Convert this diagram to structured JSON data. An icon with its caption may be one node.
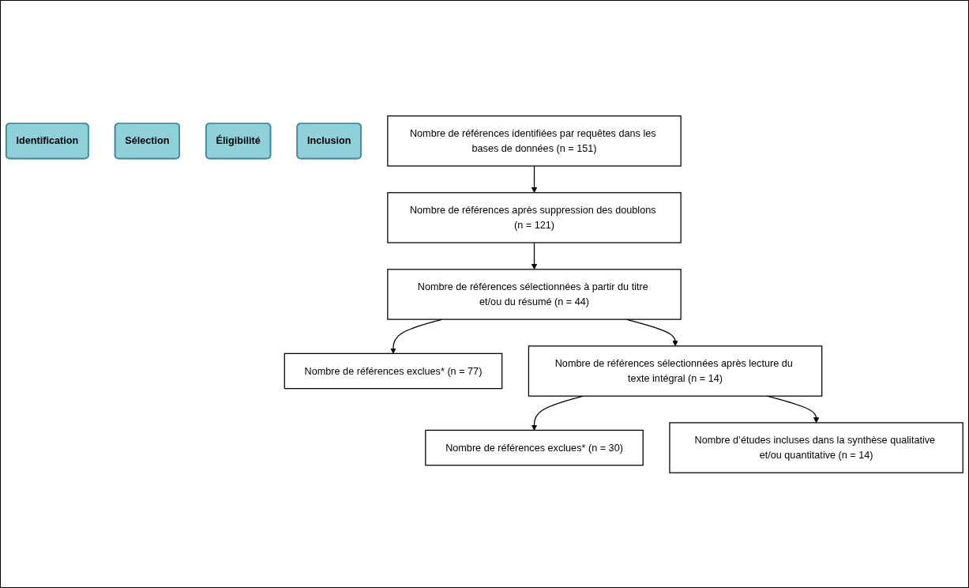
{
  "diagram": {
    "nodes": [
      {
        "text": [
          "Identification"
        ]
      },
      {
        "text": [
          "Sélection"
        ]
      },
      {
        "text": [
          "Éligibilité"
        ]
      },
      {
        "text": [
          "Inclusion"
        ]
      },
      {
        "text": [
          "Nombre de références identifiées par requêtes dans les bases de données (n = 151)"
        ]
      },
      {
        "text": [
          "Nombre de références après suppression des doublons (n = 121)"
        ]
      },
      {
        "text": [
          "Nombre de références sélectionnées à partir du titre et/ou du résumé (n = 44)"
        ]
      },
      {
        "text": [
          "Nombre de références exclues* (n = 77)"
        ]
      },
      {
        "text": [
          "Nombre de références sélectionnées après lecture du texte intégral (n = 14)"
        ]
      },
      {
        "text": [
          "Nombre de références exclues* (n = 30)"
        ]
      },
      {
        "text": [
          "Nombre d’études incluses dans la synthèse qualitative et/ou quantitative (n = 14)"
        ]
      }
    ],
    "edges": [
      {
        "from": 4,
        "to": 5,
        "arrow": "to"
      },
      {
        "from": 5,
        "to": 6,
        "arrow": "to"
      },
      {
        "from": 6,
        "to": 7,
        "arrow": "to"
      },
      {
        "from": 6,
        "to": 8,
        "arrow": "to"
      },
      {
        "from": 8,
        "to": 9,
        "arrow": "to"
      },
      {
        "from": 8,
        "to": 10,
        "arrow": "to"
      }
    ]
  }
}
